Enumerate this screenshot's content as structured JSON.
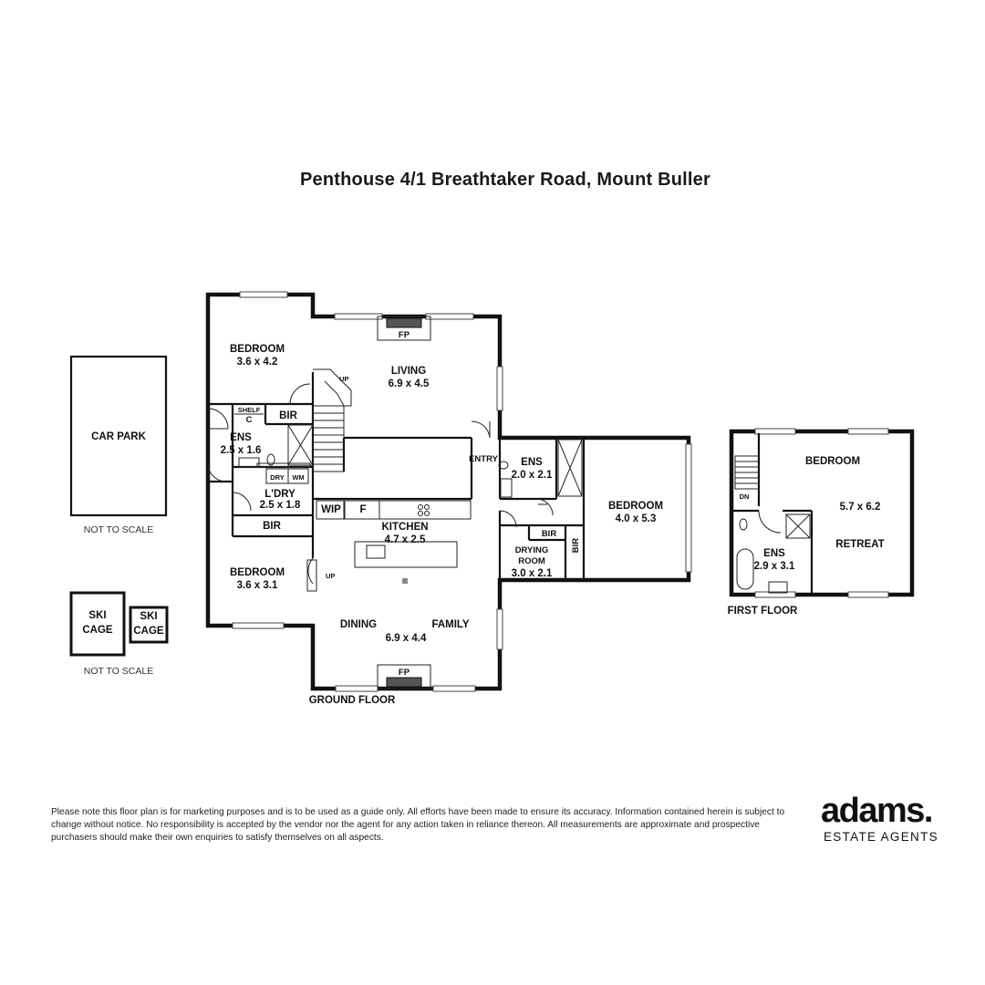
{
  "title": "Penthouse 4/1 Breathtaker Road, Mount Buller",
  "ground_floor": {
    "label": "GROUND FLOOR",
    "rooms": {
      "bedroom1": {
        "name": "BEDROOM",
        "size": "3.6 x 4.2"
      },
      "living": {
        "name": "LIVING",
        "size": "6.9 x 4.5"
      },
      "ens1": {
        "name": "ENS",
        "size": "2.5 x 1.6"
      },
      "laundry": {
        "name": "L'DRY",
        "size": "2.5 x 1.8"
      },
      "bedroom2": {
        "name": "BEDROOM",
        "size": "3.6 x 3.1"
      },
      "kitchen": {
        "name": "KITCHEN",
        "size": "4.7 x 2.5"
      },
      "dining": {
        "name": "DINING"
      },
      "family": {
        "name": "FAMILY",
        "size": "6.9 x 4.4"
      },
      "ens2": {
        "name": "ENS",
        "size": "2.0 x 2.1"
      },
      "bedroom3": {
        "name": "BEDROOM",
        "size": "4.0 x 5.3"
      },
      "drying": {
        "name_line1": "DRYING",
        "name_line2": "ROOM",
        "size": "3.0 x 2.1"
      }
    },
    "fixtures": {
      "fp": "FP",
      "up": "UP",
      "shelf": "SHELF",
      "c": "C",
      "bir": "BIR",
      "dry": "DRY",
      "wm": "WM",
      "wip": "WIP",
      "f": "F",
      "entry": "ENTRY"
    }
  },
  "first_floor": {
    "label": "FIRST FLOOR",
    "rooms": {
      "bedroom": {
        "name": "BEDROOM"
      },
      "retreat": {
        "name": "RETREAT",
        "size": "5.7 x 6.2"
      },
      "ens": {
        "name": "ENS",
        "size": "2.9 x 3.1"
      }
    },
    "dn": "DN"
  },
  "outbuildings": {
    "car_park": "CAR PARK",
    "ski_cage_line1": "SKI",
    "ski_cage_line2": "CAGE",
    "not_to_scale": "NOT TO SCALE"
  },
  "disclaimer": "Please note this floor plan is for marketing purposes and is to be used as a guide only. All efforts have been made to ensure its accuracy. Information contained herein is subject to change without notice. No responsibility is accepted by the vendor nor the agent for any action taken in reliance thereon. All measurements are approximate and prospective purchasers should make their own enquiries to satisfy themselves on all aspects.",
  "brand": {
    "logo": "adams.",
    "tagline": "ESTATE AGENTS"
  }
}
